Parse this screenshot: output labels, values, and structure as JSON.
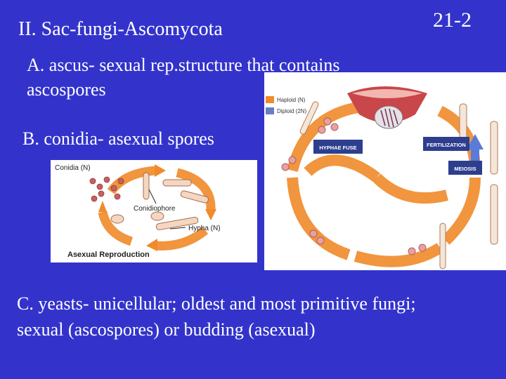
{
  "slide": {
    "heading": "II. Sac-fungi-Ascomycota",
    "number": "21-2",
    "point_a_line1": "A. ascus- sexual rep.structure that contains",
    "point_a_line2": "ascospores",
    "point_b": "B. conidia- asexual spores",
    "point_c_line1": "C. yeasts- unicellular; oldest and most primitive fungi;",
    "point_c_line2": "sexual (ascospores) or budding (asexual)"
  },
  "sexual_diagram": {
    "legend_haploid": "Haploid (N)",
    "legend_diploid": "Diploid (2N)",
    "label_hyphae_fuse": "HYPHAE FUSE",
    "label_fertilization": "FERTILIZATION",
    "label_meiosis": "MEIOSIS"
  },
  "asexual_diagram": {
    "label_conidia": "Conidia (N)",
    "label_conidiophore": "Conidiophore",
    "label_hypha": "Hypha (N)",
    "caption": "Asexual Reproduction"
  },
  "colors": {
    "background": "#3333cc",
    "text": "#ffffff",
    "arrow_orange": "#f08a2a",
    "label_box_blue": "#2d3e8f"
  }
}
